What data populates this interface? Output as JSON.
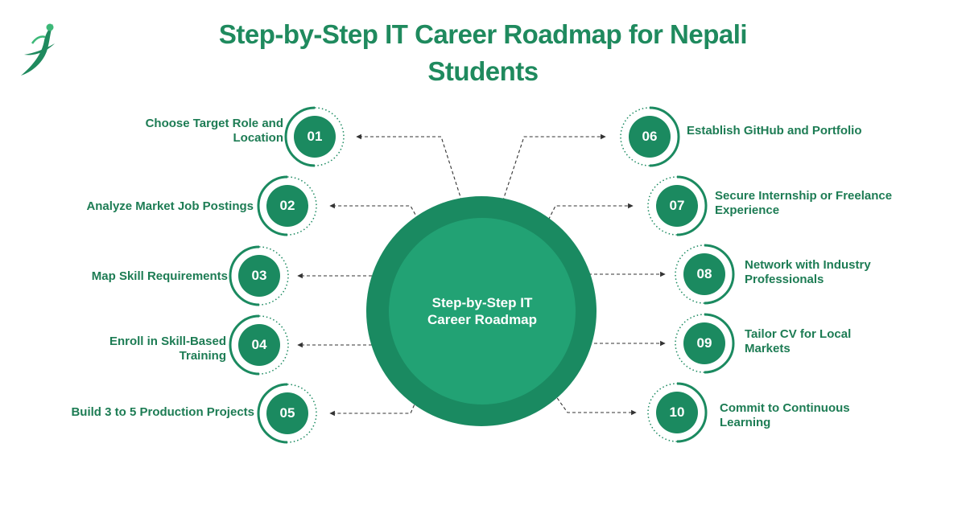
{
  "title": "Step-by-Step IT Career Roadmap for Nepali Students",
  "hub": {
    "text": "Step-by-Step IT Career Roadmap"
  },
  "steps": [
    {
      "num": "01",
      "label": "Choose Target Role and Location"
    },
    {
      "num": "02",
      "label": "Analyze Market Job Postings"
    },
    {
      "num": "03",
      "label": "Map Skill Requirements"
    },
    {
      "num": "04",
      "label": "Enroll in Skill-Based Training"
    },
    {
      "num": "05",
      "label": "Build 3 to 5 Production Projects"
    },
    {
      "num": "06",
      "label": "Establish GitHub and Portfolio"
    },
    {
      "num": "07",
      "label": "Secure Internship or Freelance Experience"
    },
    {
      "num": "08",
      "label": "Network with Industry Professionals"
    },
    {
      "num": "09",
      "label": "Tailor CV for Local Markets"
    },
    {
      "num": "10",
      "label": "Commit to Continuous Learning"
    }
  ],
  "colors": {
    "brand_green": "#1f8a5e",
    "hub_outer": "#1a8a61",
    "hub_inner": "#22a274",
    "badge_fill": "#1b8a60",
    "connector": "#333333"
  },
  "logo_icon": "leaping-figure-logo-icon"
}
